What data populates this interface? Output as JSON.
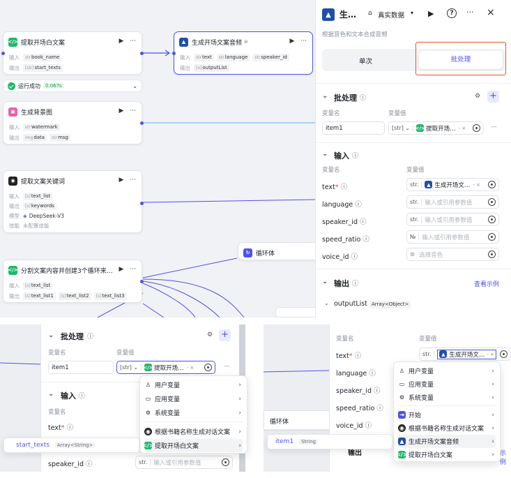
{
  "canvas": {
    "node1": {
      "title": "提取开场白文案",
      "in_label": "输入",
      "in_tag": "book_name",
      "out_label": "输出",
      "out_tag": "start_texts"
    },
    "success": {
      "text": "运行成功",
      "time": "0.067s"
    },
    "node2": {
      "title": "生成背景图",
      "in_label": "输入",
      "in_tag": "watermark",
      "out_label": "输出",
      "out_tags": [
        "data",
        "msg"
      ]
    },
    "node3": {
      "title": "提取文案关键词",
      "in_label": "输入",
      "in_tag": "text_list",
      "out_label": "输出",
      "out_tag": "keywords",
      "model_label": "模型",
      "model": "DeepSeek-V3",
      "skill_label": "技能",
      "skill": "未配置技能"
    },
    "node4": {
      "title": "分割文案内容并创建3个循环来…",
      "in_label": "输入",
      "in_tag": "text_list",
      "out_label": "输出",
      "out_tags": [
        "text_list1",
        "text_list2",
        "text_list3"
      ]
    },
    "node5": {
      "title": "生成开场文案音频",
      "in_label": "输入",
      "in_tags": [
        "text",
        "language",
        "speaker_id"
      ],
      "out_label": "输出",
      "out_tag": "outputList"
    },
    "loop": {
      "title": "循环体"
    }
  },
  "panel": {
    "title": "生…",
    "mode": "真实数据",
    "desc": "根据音色和文本合成音频",
    "tabs": [
      "单次",
      "批处理"
    ],
    "batch": {
      "title": "批处理",
      "col_name": "变量名",
      "col_value": "变量值",
      "var_name": "item1",
      "ref": "提取开场…",
      "ref_suffix": "- ×"
    },
    "input": {
      "title": "输入",
      "col_name": "变量名",
      "col_value": "变量值",
      "rows": [
        {
          "name": "text",
          "required": "*",
          "type": "str.",
          "value": "生成开场文…",
          "suffix": "- ×"
        },
        {
          "name": "language",
          "type": "str.",
          "placeholder": "输入或引用参数值"
        },
        {
          "name": "speaker_id",
          "type": "str.",
          "placeholder": "输入或引用参数值"
        },
        {
          "name": "speed_ratio",
          "type": "№",
          "placeholder": "输入或引用参数值"
        },
        {
          "name": "voice_id",
          "placeholder": "选择音色"
        }
      ]
    },
    "output": {
      "title": "输出",
      "link": "查看示例",
      "item": "outputList",
      "type": "Array<Object>"
    }
  },
  "sub1": {
    "batch_title": "批处理",
    "col_name": "变量名",
    "col_value": "变量值",
    "var_name": "item1",
    "ref": "提取开场…",
    "ref_suffix": "- ×",
    "input_title": "输入",
    "input_col": "变量名",
    "text_label": "text",
    "speaker_label": "speaker_id",
    "speaker_type": "str.",
    "placeholder": "输入或引用参数值",
    "menu": [
      "用户变量",
      "应用变量",
      "系统变量",
      "根据书籍名称生成对话文案",
      "提取开场白文案"
    ],
    "popup_item": "start_texts",
    "popup_type": "Array<String>"
  },
  "sub2": {
    "col_name": "变量名",
    "col_value": "变量值",
    "labels": [
      "text",
      "language",
      "speaker_id",
      "speed_ratio",
      "voice_id"
    ],
    "text_type": "str.",
    "text_value": "生成开场文…",
    "text_suffix": "- ×",
    "loop": "循环体",
    "output": "输出",
    "link": "示例",
    "menu": [
      "用户变量",
      "应用变量",
      "系统变量",
      "开始",
      "根据书籍名称生成对话文案",
      "生成开场文案音频",
      "提取开场白文案"
    ],
    "popup_item": "item1",
    "popup_type": "String"
  },
  "colors": {
    "accent": "#4d53e8",
    "highlight": "#e0572a"
  }
}
